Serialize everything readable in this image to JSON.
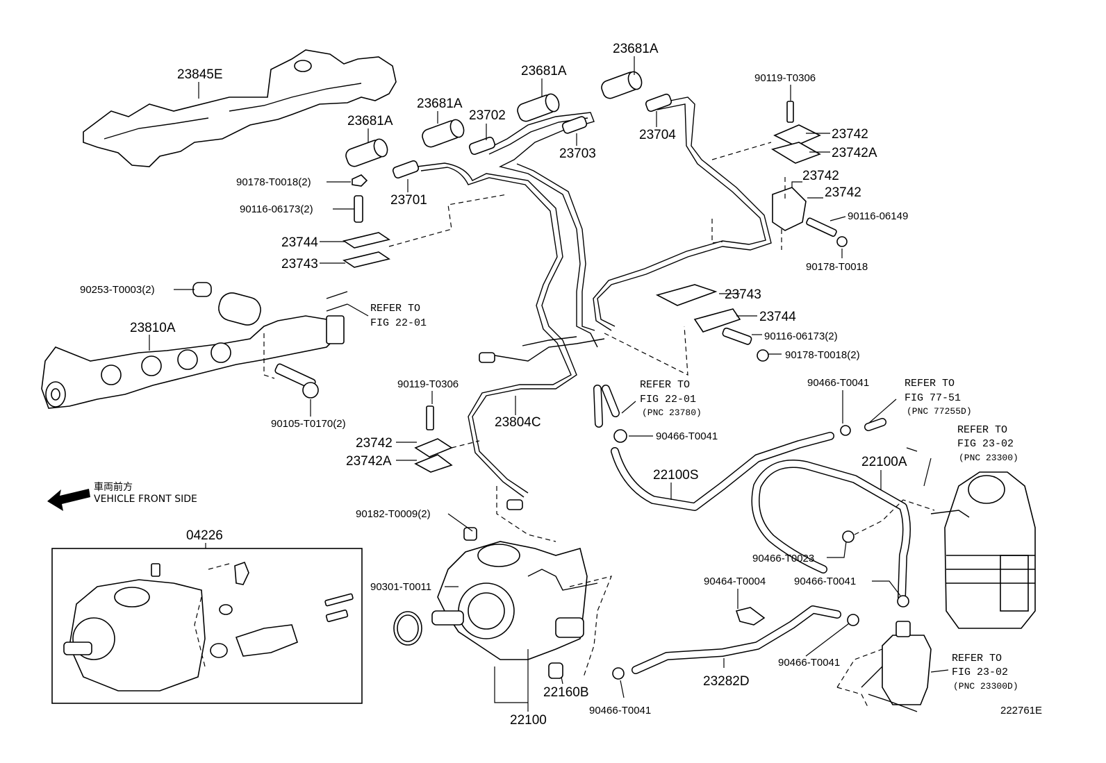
{
  "parts": {
    "p23845E": "23845E",
    "p23681A_1": "23681A",
    "p23681A_2": "23681A",
    "p23681A_3": "23681A",
    "p23681A_4": "23681A",
    "p23702": "23702",
    "p23703": "23703",
    "p23704": "23704",
    "p23701": "23701",
    "p90119_T0306_top": "90119-T0306",
    "p23742_a": "23742",
    "p23742A_a": "23742A",
    "p23742_b": "23742",
    "p23742_c": "23742",
    "p90116_06149": "90116-06149",
    "p90178_T0018": "90178-T0018",
    "p90178_T0018_2a": "90178-T0018(2)",
    "p90116_06173_2a": "90116-06173(2)",
    "p23744_a": "23744",
    "p23743_a": "23743",
    "p90253_T0003_2": "90253-T0003(2)",
    "p23810A": "23810A",
    "p90105_T0170_2": "90105-T0170(2)",
    "p23743_b": "23743",
    "p23744_b": "23744",
    "p90116_06173_2b": "90116-06173(2)",
    "p90178_T0018_2b": "90178-T0018(2)",
    "p90119_T0306_mid": "90119-T0306",
    "p23742_d": "23742",
    "p23742A_b": "23742A",
    "p23804C": "23804C",
    "p90466_T0041_a": "90466-T0041",
    "p90466_T0041_b": "90466-T0041",
    "p22100S": "22100S",
    "p22100A": "22100A",
    "p90466_T0023": "90466-T0023",
    "p90466_T0041_c": "90466-T0041",
    "p90464_T0004": "90464-T0004",
    "p90466_T0041_d": "90466-T0041",
    "p23282D": "23282D",
    "p90466_T0041_e": "90466-T0041",
    "p90182_T0009_2": "90182-T0009(2)",
    "p90301_T0011": "90301-T0011",
    "p22160B": "22160B",
    "p22100": "22100",
    "p04226": "04226"
  },
  "refs": {
    "r1_line1": "REFER TO",
    "r1_line2": "FIG 22-01",
    "r2_line1": "REFER TO",
    "r2_line2": "FIG 22-01",
    "r2_pnc": "(PNC 23780)",
    "r3_line1": "REFER TO",
    "r3_line2": "FIG 77-51",
    "r3_pnc": "(PNC 77255D)",
    "r4_line1": "REFER TO",
    "r4_line2": "FIG 23-02",
    "r4_pnc": "(PNC 23300)",
    "r5_line1": "REFER TO",
    "r5_line2": "FIG 23-02",
    "r5_pnc": "(PNC 23300D)"
  },
  "direction": {
    "jp": "車両前方",
    "en": "VEHICLE FRONT SIDE"
  },
  "diagram_code": "222761E"
}
